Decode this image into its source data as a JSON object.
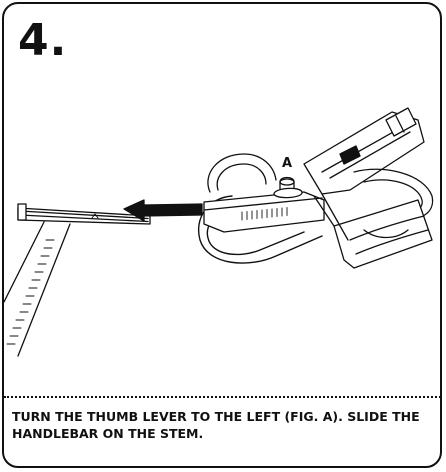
{
  "step": {
    "number": "4."
  },
  "figure": {
    "callout_label": "A"
  },
  "instruction": {
    "text": "TURN THE THUMB LEVER TO THE LEFT (FIG. A). SLIDE THE HANDLEBAR ON THE STEM."
  },
  "colors": {
    "ink": "#111111",
    "background": "#ffffff"
  }
}
